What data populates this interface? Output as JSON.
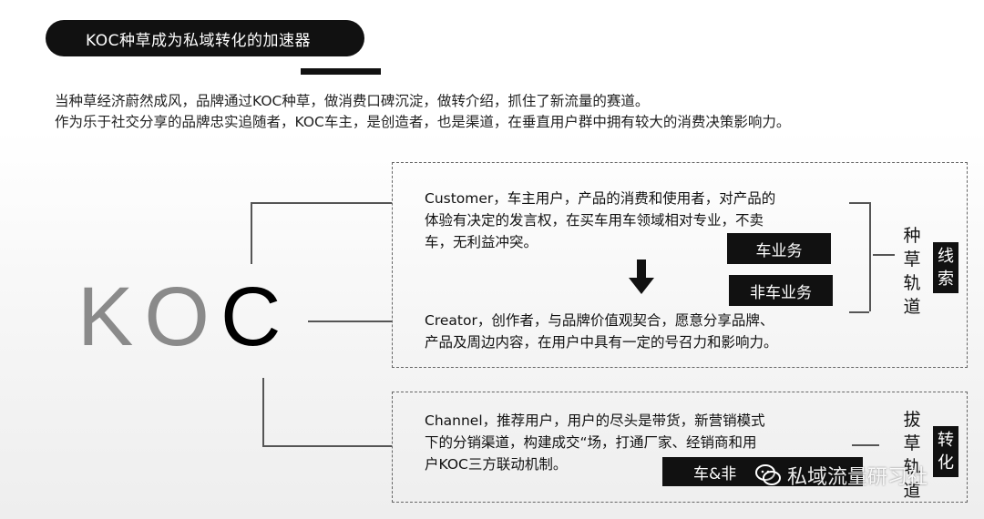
{
  "title": "KOC种草成为私域转化的加速器",
  "intro": [
    "当种草经济蔚然成风，品牌通过KOC种草，做消费口碑沉淀，做转介绍，抓住了新流量的赛道。",
    "作为乐于社交分享的品牌忠实追随者，KOC车主，是创造者，也是渠道，在垂直用户群中拥有较大的消费决策影响力。"
  ],
  "koc": {
    "k": "K",
    "o": "O",
    "c": "C"
  },
  "customer": [
    "Customer，车主用户，产品的消费和使用者，对产品的",
    "体验有决定的发言权，在买车用车领域相对专业，不卖",
    "车，无利益冲突。"
  ],
  "creator": [
    "Creator，创作者，与品牌价值观契合，愿意分享品牌、",
    "产品及周边内容，在用户中具有一定的号召力和影响力。"
  ],
  "channel": [
    "Channel，推荐用户，用户的尽头是带货，新营销模式",
    "下的分销渠道，构建成交“场，打通厂家、经销商和用",
    "户KOC三方联动机制。"
  ],
  "tags": {
    "car_business": "车业务",
    "non_car_business": "非车业务",
    "car_and_non": "车&非"
  },
  "track1": {
    "vertical": [
      "种",
      "草",
      "轨",
      "道"
    ],
    "box": [
      "线",
      "索"
    ]
  },
  "track2": {
    "vertical": [
      "拔",
      "草",
      "轨",
      "道"
    ],
    "box": [
      "转",
      "化"
    ]
  },
  "watermark": "私域流量研习社",
  "colors": {
    "primary": "#111111",
    "muted_letter": "#8a8a8a"
  }
}
